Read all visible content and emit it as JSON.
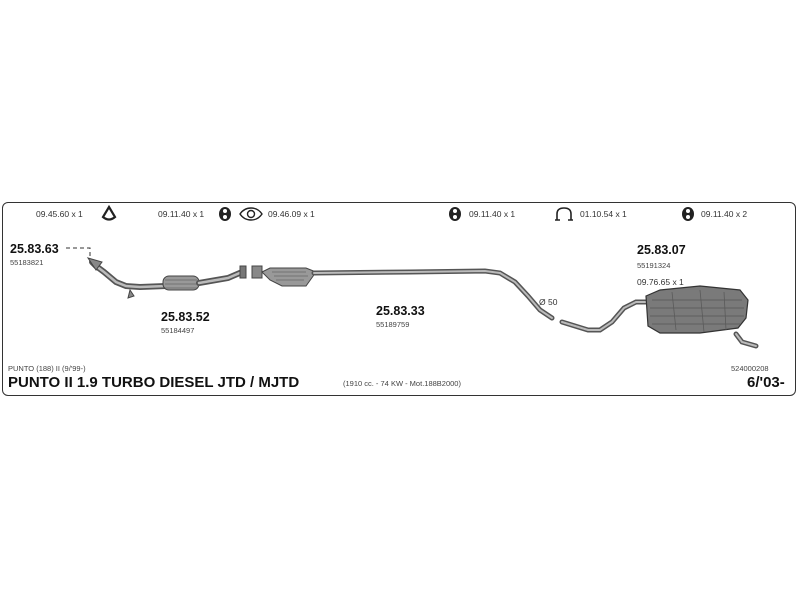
{
  "hardware": [
    {
      "code": "09.45.60 x 1",
      "icon": "gasket-ring-icon"
    },
    {
      "code": "09.11.40 x 1",
      "icon": "rubber-hanger-icon"
    },
    {
      "code": "09.46.09 x 1",
      "icon": "flange-gasket-icon"
    },
    {
      "code": "09.11.40 x 1",
      "icon": "rubber-hanger-icon"
    },
    {
      "code": "01.10.54 x 1",
      "icon": "pipe-clamp-icon"
    },
    {
      "code": "09.11.40 x 2",
      "icon": "rubber-hanger-icon"
    }
  ],
  "parts": [
    {
      "number": "25.83.63",
      "oem": "55183821"
    },
    {
      "number": "25.83.52",
      "oem": "55184497"
    },
    {
      "number": "25.83.33",
      "oem": "55189759"
    },
    {
      "number": "25.83.07",
      "oem": "55191324",
      "extra": "09.76.65 x 1"
    }
  ],
  "pipe_diameter": "Ø 50",
  "vehicle": {
    "model_small": "PUNTO (188) II (9/'99-)",
    "title": "PUNTO II 1.9 TURBO DIESEL JTD / MJTD",
    "spec": "(1910 cc. - 74 KW - Mot.188B2000)",
    "catalog_number": "524000208",
    "date": "6/'03-"
  }
}
